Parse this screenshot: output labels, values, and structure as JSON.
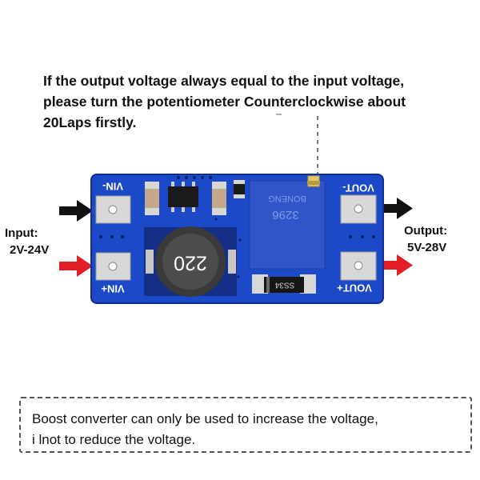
{
  "instruction": {
    "line1": "If the output voltage always equal to the input voltage,",
    "line2": "please turn the potentiometer Counterclockwise about",
    "line3": "20Laps firstly."
  },
  "input_label": {
    "title": "Input:",
    "range": "2V-24V"
  },
  "output_label": {
    "title": "Output:",
    "range": "5V-28V"
  },
  "board": {
    "pad_vin_minus": "VIN-",
    "pad_vin_plus": "VIN+",
    "pad_vout_minus": "VOUT-",
    "pad_vout_plus": "VOUT+",
    "inductor_marking": "220",
    "diode_marking": "SS34",
    "pot_brand": "BONENG",
    "pot_code": "3296",
    "colors": {
      "pcb": "#1c49c8",
      "pcb_edge": "#0f2f96",
      "potentiometer": "#2f55c8",
      "arrow_negative": "#111111",
      "arrow_positive": "#e01e25"
    }
  },
  "note": {
    "line1": "Boost converter can only be used to increase the voltage,",
    "line2": "i lnot to reduce the voltage."
  }
}
